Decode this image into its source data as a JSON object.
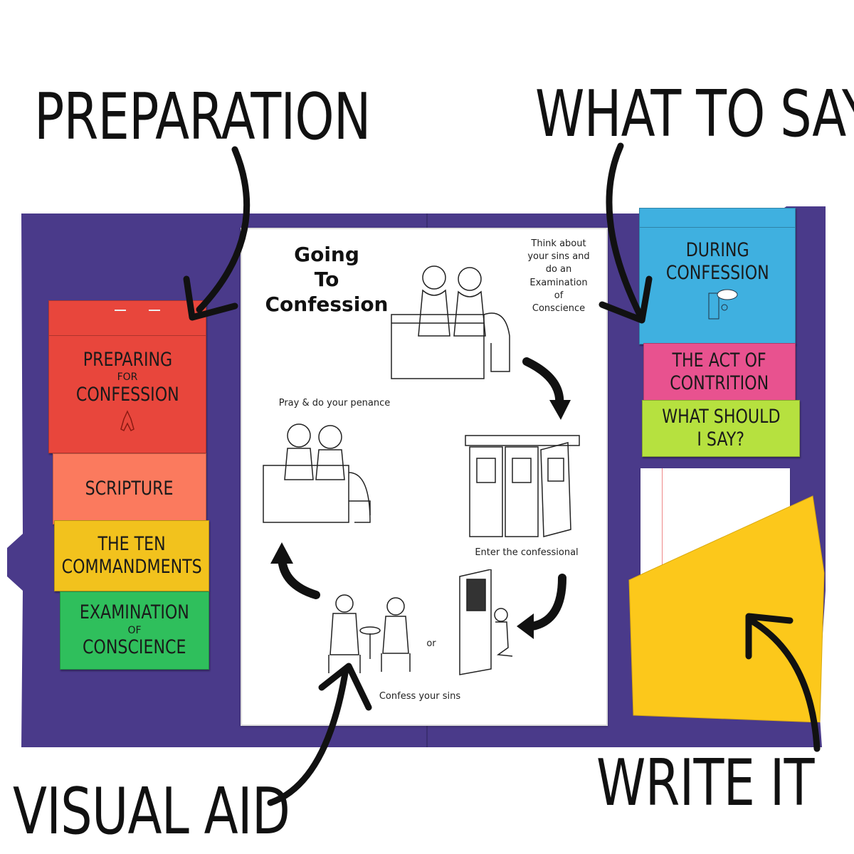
{
  "callouts": {
    "preparation": "PREPARATION",
    "what_to_say": "WHAT TO SAY",
    "visual_aid": "VISUAL AID",
    "write_it": "WRITE IT"
  },
  "left_tabs": {
    "preparing": [
      "PREPARING",
      "FOR",
      "CONFESSION"
    ],
    "scripture": "SCRIPTURE",
    "ten_commandments": [
      "THE TEN",
      "COMMANDMENTS"
    ],
    "examination": [
      "EXAMINATION",
      "OF",
      "CONSCIENCE"
    ]
  },
  "right_tabs": {
    "during": [
      "DURING",
      "CONFESSION"
    ],
    "act_of_contrition": [
      "THE ACT OF",
      "CONTRITION"
    ],
    "what_should": [
      "WHAT SHOULD",
      "I SAY?"
    ]
  },
  "poster": {
    "title": [
      "Going",
      "To",
      "Confession"
    ],
    "step_think": [
      "Think about",
      "your sins and",
      "do an",
      "Examination",
      "of",
      "Conscience"
    ],
    "step_pray": "Pray & do your penance",
    "step_enter": "Enter the confessional",
    "step_or": "or",
    "step_confess": "Confess your sins"
  },
  "colors": {
    "folder": "#4a3a8a",
    "red": "#e8463c",
    "salmon": "#fb7a5e",
    "yellow_orange": "#f2c21d",
    "green": "#2fbf5c",
    "blue": "#3fb0e0",
    "pink": "#e8528f",
    "lime": "#b6e13f",
    "pocket": "#fcc81b"
  }
}
